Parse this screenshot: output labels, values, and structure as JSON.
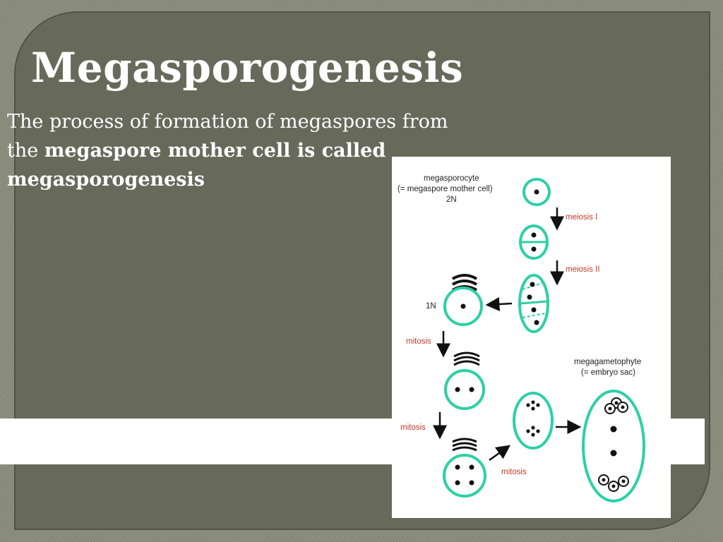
{
  "slide": {
    "title": "Megasporogenesis",
    "text_intro": "The process of formation of megaspores from the ",
    "text_bold": "megaspore mother cell is called megasporogenesis"
  },
  "diagram": {
    "megasporocyte_line1": "megasporocyte",
    "megasporocyte_line2": "(= megaspore mother cell)",
    "ploidy_2n": "2N",
    "ploidy_1n": "1N",
    "meiosis_1": "meiosis I",
    "meiosis_2": "meiosis II",
    "mitosis_1": "mitosis",
    "mitosis_2": "mitosis",
    "mitosis_3": "mitosis",
    "megagametophyte_line1": "megagametophyte",
    "megagametophyte_line2": "(= embryo sac)"
  },
  "colors": {
    "panel": "#676a5b",
    "cell_outline": "#2ecfa6",
    "label_red": "#c0392b"
  }
}
